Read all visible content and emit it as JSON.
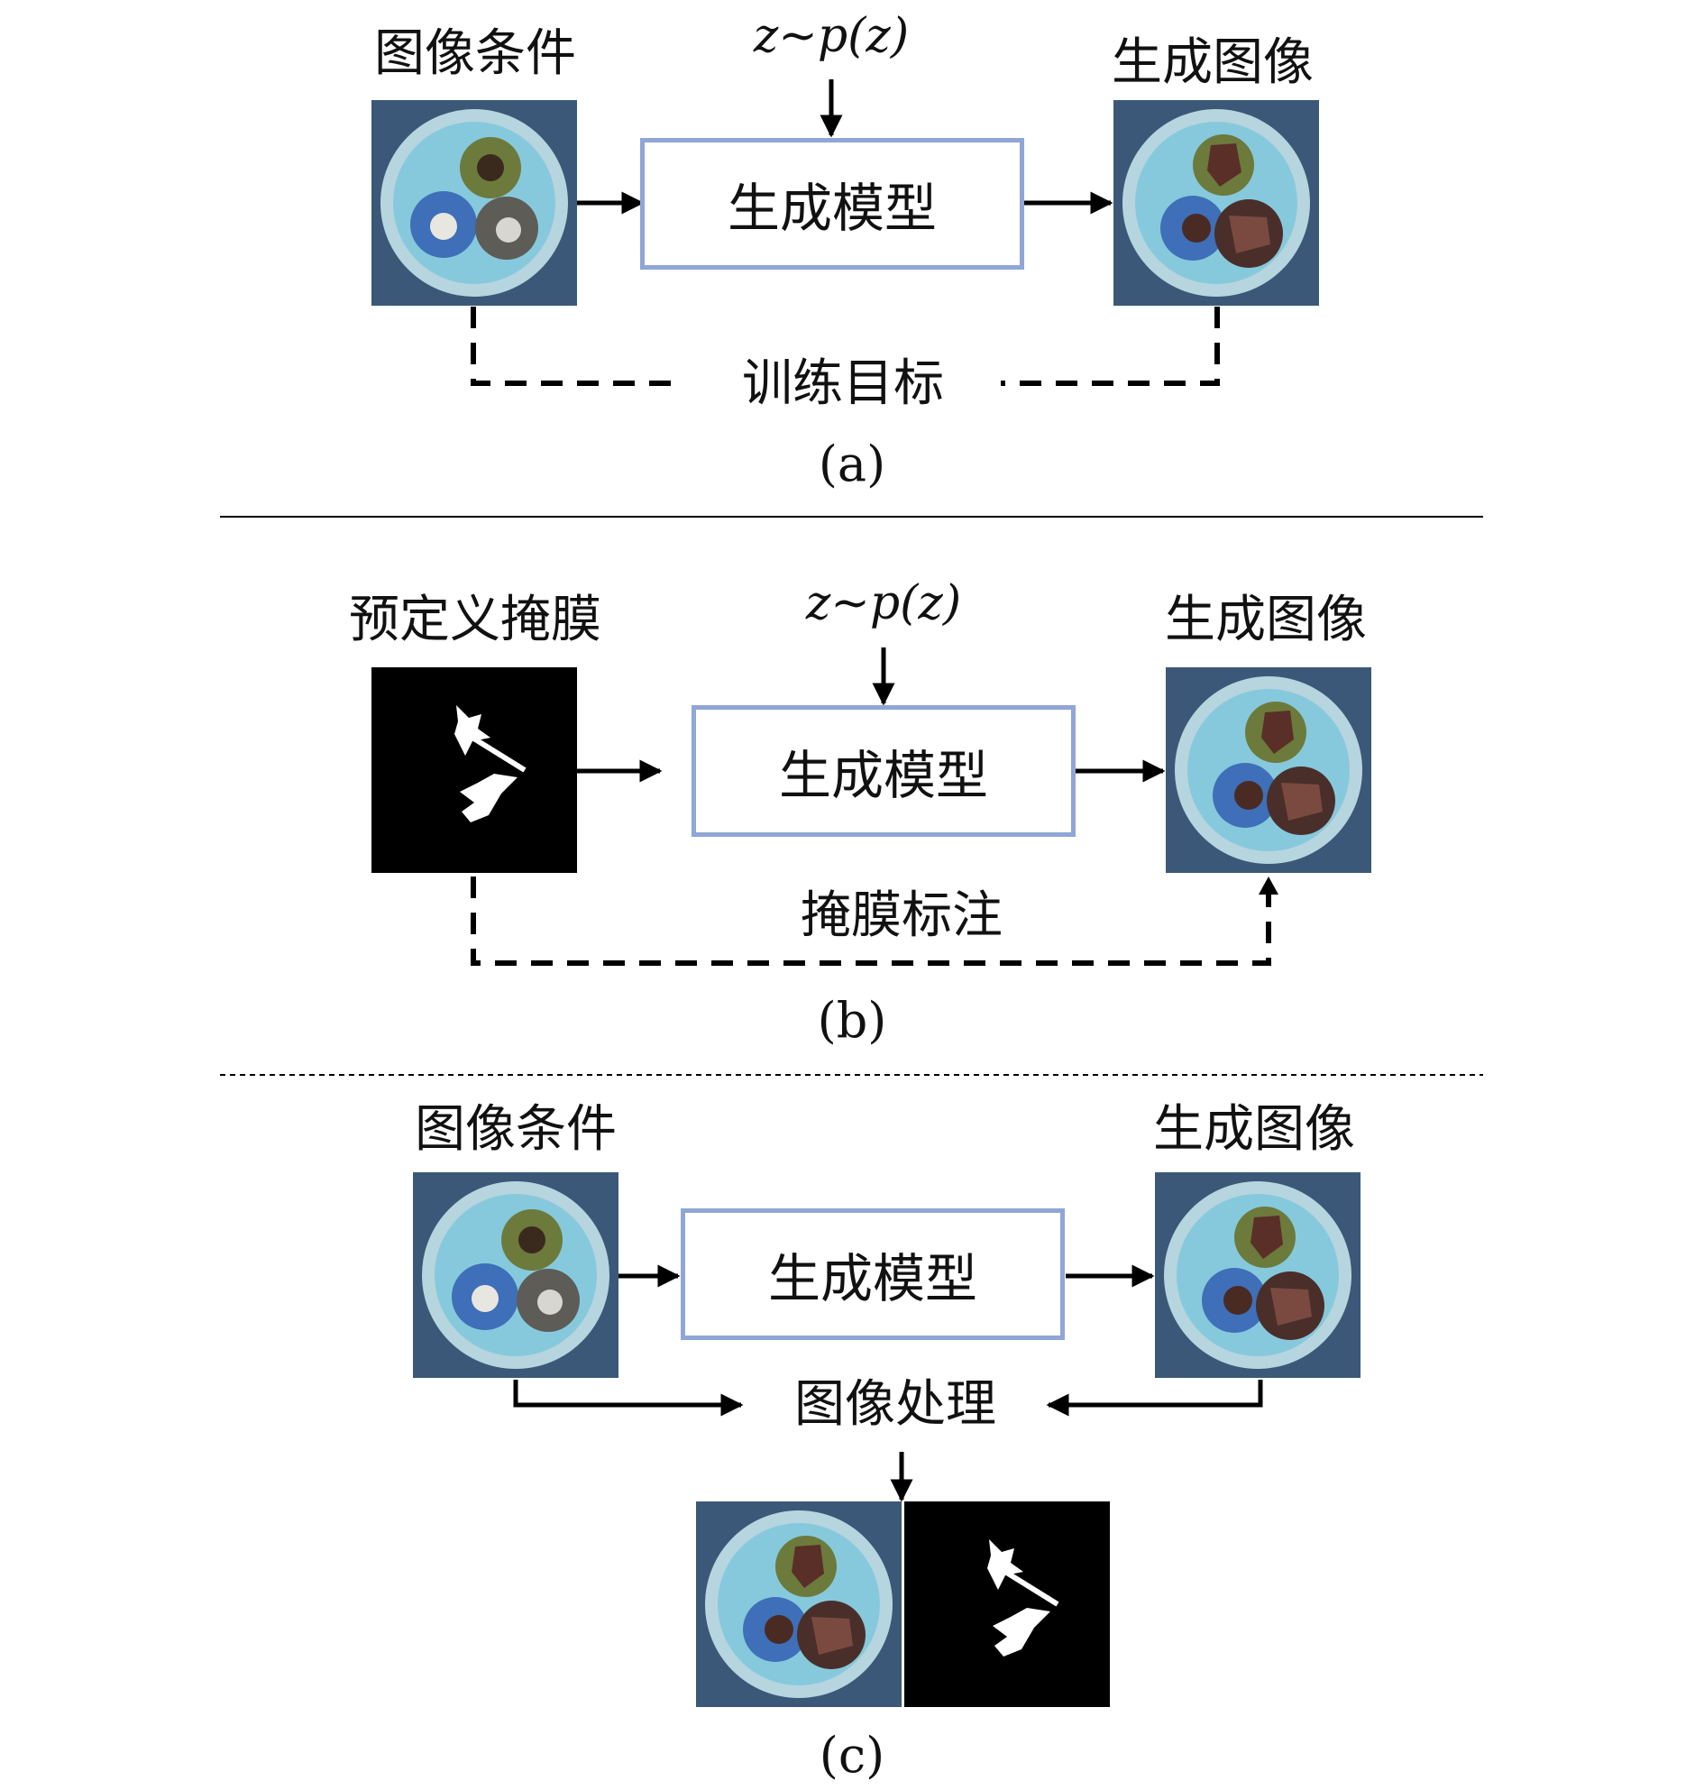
{
  "panel_a": {
    "input_label": "图像条件",
    "noise_label": "z~p(z)",
    "model_label": "生成模型",
    "output_label": "生成图像",
    "objective_label": "训练目标",
    "caption": "(a)"
  },
  "panel_b": {
    "input_label": "预定义掩膜",
    "noise_label": "z~p(z)",
    "model_label": "生成模型",
    "output_label": "生成图像",
    "annotation_label": "掩膜标注",
    "caption": "(b)"
  },
  "panel_c": {
    "input_label": "图像条件",
    "model_label": "生成模型",
    "output_label": "生成图像",
    "process_label": "图像处理",
    "caption": "(c)"
  },
  "colors": {
    "box_border": "#8fa6d6",
    "cable_background": "#3c5878",
    "cable_ring": "#86c9dc",
    "mask_background": "#000000",
    "mask_shape": "#ffffff"
  }
}
